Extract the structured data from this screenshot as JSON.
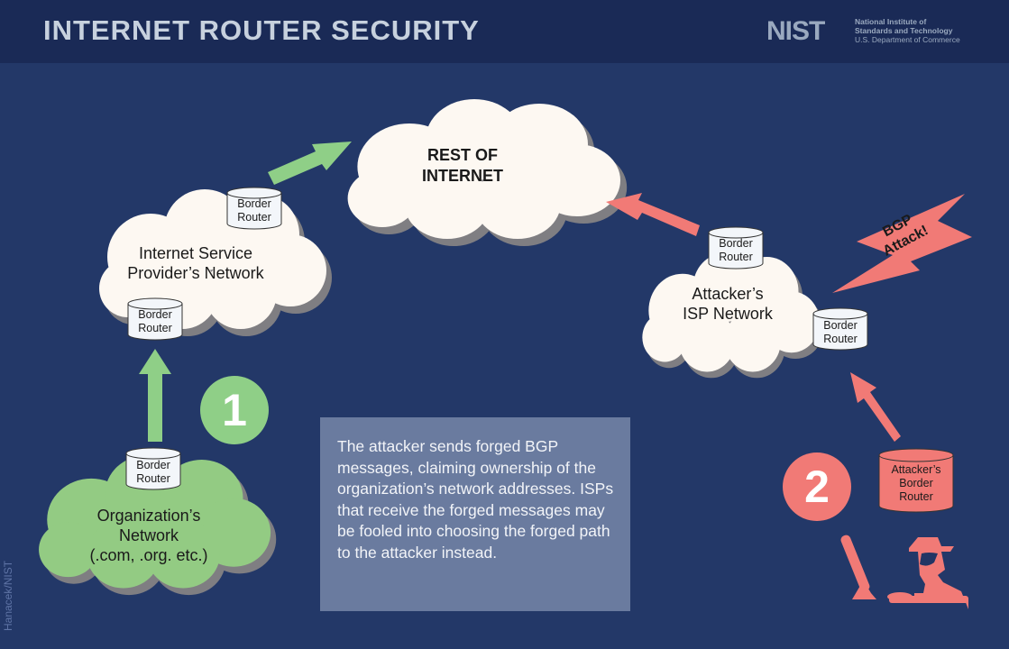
{
  "header": {
    "title": "INTERNET ROUTER SECURITY",
    "logo": {
      "mark": "NIST",
      "line1": "National Institute of",
      "line2": "Standards and Technology",
      "line3": "U.S. Department of Commerce"
    }
  },
  "colors": {
    "background": "#233868",
    "header": "#1a2a56",
    "cloud_white": "#fdf8f2",
    "org_green": "#93cb83",
    "arrow_green": "#8fcf87",
    "attack_red": "#f17a76",
    "infobox": "#6a7b9f"
  },
  "clouds": {
    "rest_of_internet": {
      "line1": "REST OF",
      "line2": "INTERNET"
    },
    "isp": {
      "line1": "Internet Service",
      "line2": "Provider’s Network"
    },
    "attacker_isp": {
      "line1": "Attacker’s",
      "line2": "ISP Network"
    },
    "organization": {
      "line1": "Organization’s",
      "line2": "Network",
      "line3": "(.com, .org. etc.)"
    }
  },
  "routers": {
    "isp_top": {
      "line1": "Border",
      "line2": "Router"
    },
    "isp_bottom": {
      "line1": "Border",
      "line2": "Router"
    },
    "attacker_isp_top": {
      "line1": "Border",
      "line2": "Router"
    },
    "attacker_isp_right": {
      "line1": "Border",
      "line2": "Router"
    },
    "organization": {
      "line1": "Border",
      "line2": "Router"
    },
    "attacker": {
      "line1": "Attacker’s",
      "line2": "Border",
      "line3": "Router"
    }
  },
  "steps": {
    "one": "1",
    "two": "2"
  },
  "bgp_attack": {
    "line1": "BGP",
    "line2": "Attack!"
  },
  "info": {
    "text": "The attacker sends forged BGP messages, claiming ownership of the organization’s network addresses. ISPs that receive the forged messages may be fooled into choosing the forged path to the attacker instead."
  },
  "credit": "Hanacek/NIST"
}
